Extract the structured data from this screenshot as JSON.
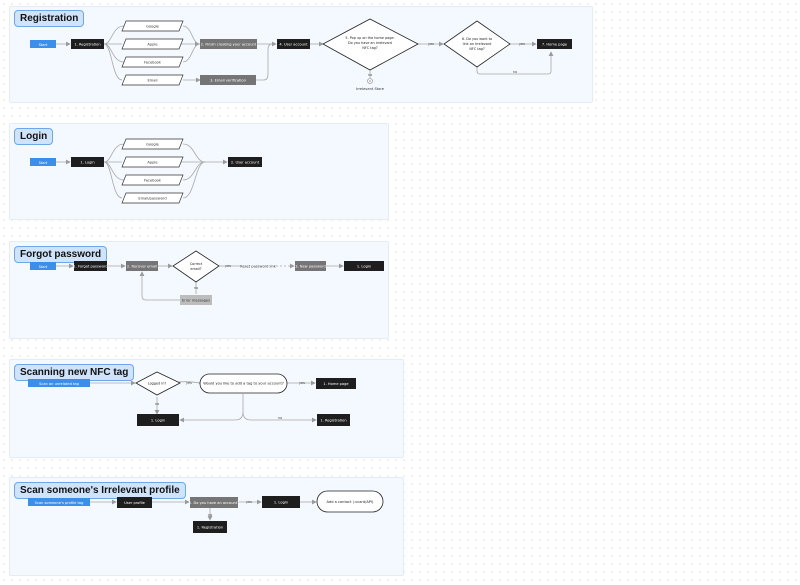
{
  "sections": [
    {
      "id": "registration",
      "title": "Registration"
    },
    {
      "id": "login",
      "title": "Login"
    },
    {
      "id": "forgot",
      "title": "Forgot password"
    },
    {
      "id": "scanning",
      "title": "Scanning new NFC tag"
    },
    {
      "id": "scanprofile",
      "title": "Scan someone's Irrelevant profile"
    }
  ],
  "registration": {
    "start": "Start",
    "step1": "1. Registration",
    "opt_google": "Google",
    "opt_apple": "Apple",
    "opt_facebook": "Facebook",
    "opt_email": "Email",
    "step2": "2. Finish creating your account",
    "step3": "3. Email verification",
    "step4": "4. User account",
    "decision1": [
      "5. Pop up on the home page:",
      "Do you have an irrelevant",
      "NFC tag?"
    ],
    "decision2": [
      "6. Do you want to",
      "link an Irrelevant",
      "NFC tag?"
    ],
    "step7": "7. Home page",
    "yes1": "yes",
    "yes2": "yes",
    "no1": "no",
    "no2": "no",
    "store": "Irrelevant Store"
  },
  "login": {
    "start": "Start",
    "step1": "1. Login",
    "opt_google": "Google",
    "opt_apple": "Apple",
    "opt_facebook": "Facebook",
    "opt_email": "Email/password",
    "step2": "2. User account"
  },
  "forgot": {
    "start": "Start",
    "step1": "1. Forgot password",
    "step2": "2. Recover email",
    "decision": [
      "Correct",
      "email?"
    ],
    "yes": "yes",
    "no": "no",
    "reset": "Reset password link",
    "step3": "3. New password",
    "step4": "1. Login",
    "error": "Error messages"
  },
  "scanning": {
    "start": "Scan an unrelated tag",
    "decision": "Logged in?",
    "yes": "yes",
    "no": "no",
    "question": "Would you like to add a tag to your account?",
    "yes2": "yes",
    "no2": "no",
    "home": "1. Home page",
    "login": "1. Login",
    "registration": "1. Registration"
  },
  "scanprofile": {
    "start": "Scan someone's profile tag",
    "user_profile": "User profile",
    "question": "2. Do you have an account?",
    "yes": "yes",
    "no": "no",
    "login": "1. Login",
    "registration": "1. Registration",
    "add_contact": "Add a contact (.vcard/API)"
  },
  "colors": {
    "start": "#3b8eea",
    "black": "#1e1e1e",
    "gray": "#757575",
    "lightgray": "#bdbdbd",
    "line": "#a0a0a0"
  }
}
